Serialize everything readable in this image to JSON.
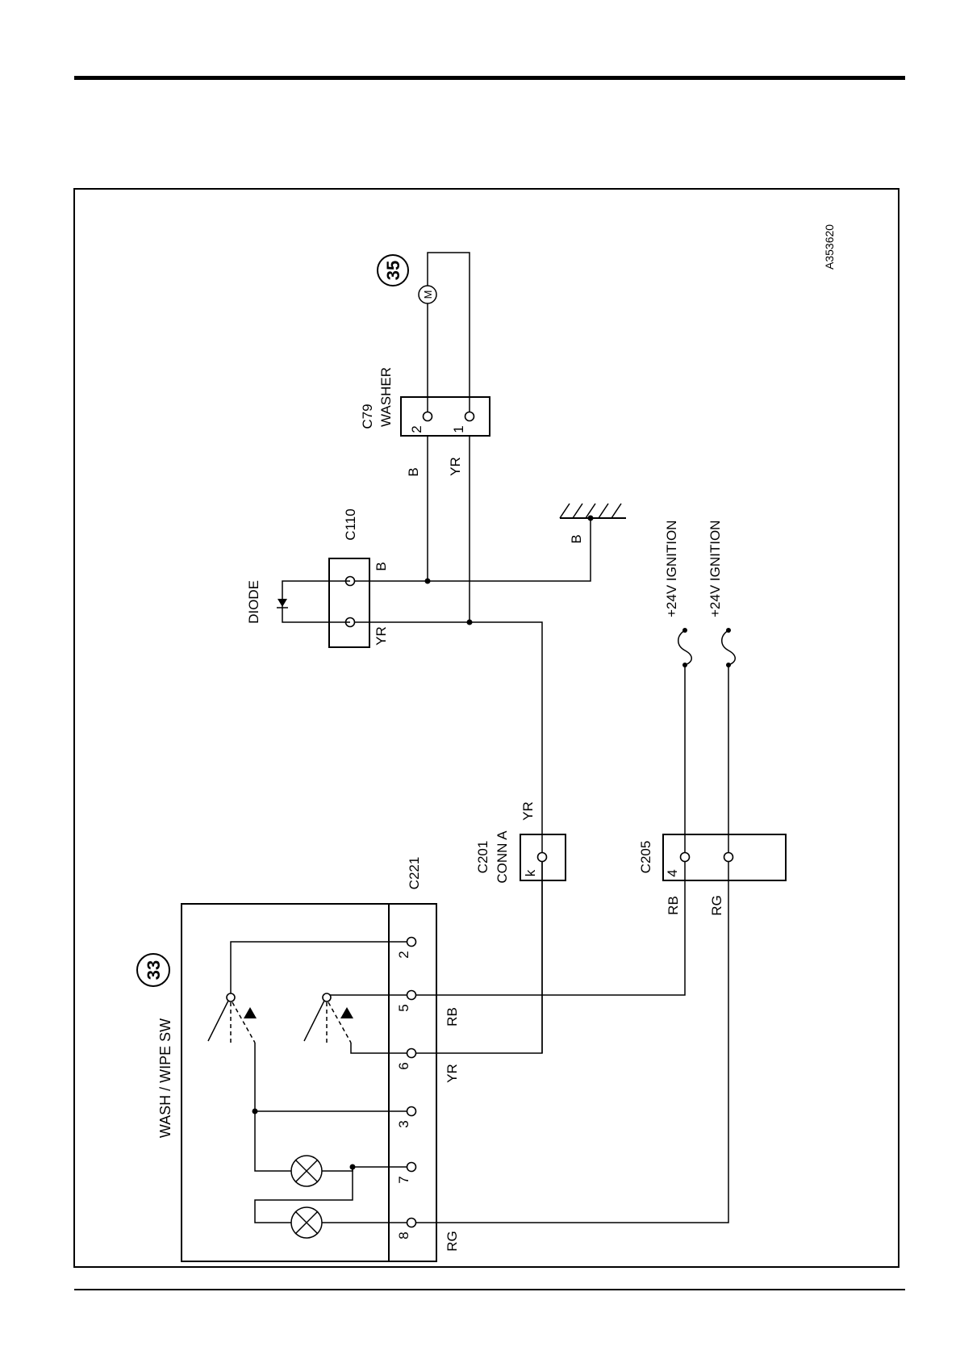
{
  "figure_id": "A353620",
  "badges": {
    "washer_motor": "35",
    "switch": "33"
  },
  "motor_symbol": "M",
  "components": {
    "switch": {
      "name": "WASH / WIPE SW",
      "connector": "C221",
      "pins": [
        "2",
        "5",
        "6",
        "3",
        "7",
        "8"
      ]
    },
    "washer": {
      "connector": "C79",
      "name": "WASHER",
      "pins": [
        "2",
        "1"
      ]
    },
    "c110": {
      "connector": "C110",
      "label_b": "B",
      "label_yr": "YR"
    },
    "diode": {
      "name": "DIODE"
    },
    "c201": {
      "connector": "C201",
      "name": "CONN A",
      "pin": "k"
    },
    "c205": {
      "connector": "C205",
      "pin": "4"
    }
  },
  "supplies": [
    "+24V IGNITION",
    "+24V IGNITION"
  ],
  "wire_labels": {
    "washer_b": "B",
    "washer_yr": "YR",
    "ground_b": "B",
    "c201_yr": "YR",
    "c205_rb": "RB",
    "c205_rg": "RG",
    "sw_rb": "RB",
    "sw_yr": "YR",
    "sw_rg": "RG"
  }
}
